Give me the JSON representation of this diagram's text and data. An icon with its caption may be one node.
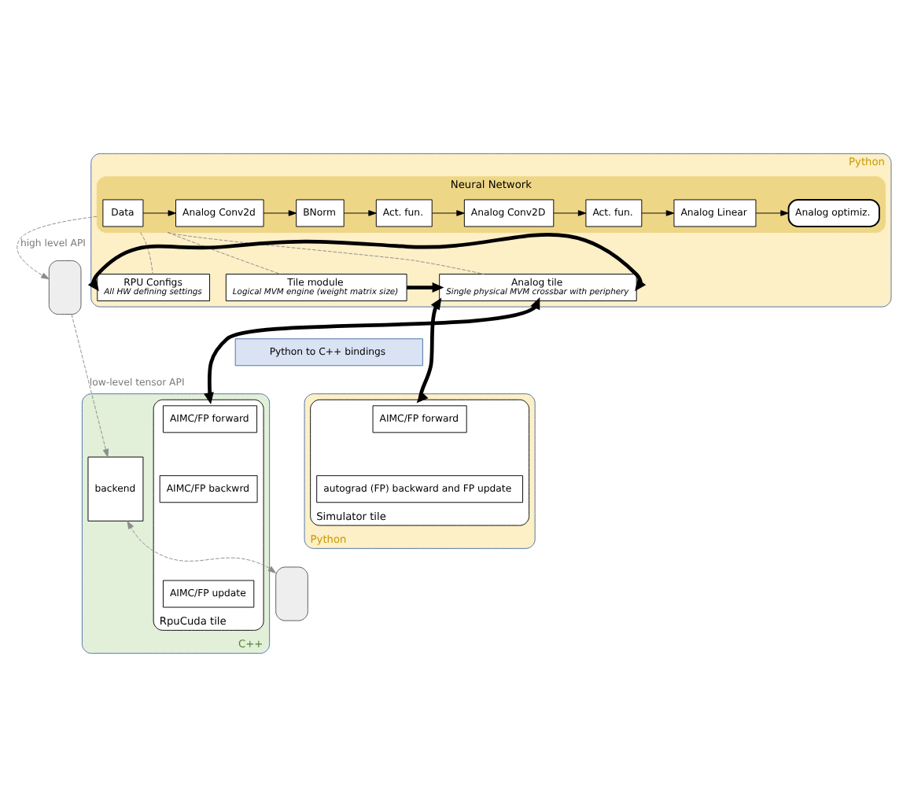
{
  "diagram": {
    "nodes": [
      {
        "text": [
          "Python"
        ]
      },
      {
        "text": [
          "Neural Network"
        ],
        "in": 0
      },
      {
        "text": [
          "Data"
        ],
        "in": 1
      },
      {
        "text": [
          "Analog Conv2d"
        ],
        "in": 1
      },
      {
        "text": [
          "BNorm"
        ],
        "in": 1
      },
      {
        "text": [
          "Act. fun."
        ],
        "in": 1
      },
      {
        "text": [
          "Analog Conv2D"
        ],
        "in": 1
      },
      {
        "text": [
          "Act. fun."
        ],
        "in": 1
      },
      {
        "text": [
          "Analog Linear"
        ],
        "in": 1
      },
      {
        "text": [
          "Analog optimiz."
        ],
        "in": 1
      },
      {
        "text": [
          "Tile module",
          "Logical MVM engine (weight matrix size)"
        ],
        "in": 0
      },
      {
        "text": [
          "Analog tile",
          "Single physical MVM crossbar with periphery"
        ],
        "in": 0
      },
      {
        "text": [
          "RPU Configs",
          "All HW defining settings"
        ],
        "in": 0
      },
      {
        "text": [
          "Python to C++ bindings"
        ]
      },
      {
        "text": [
          "Python"
        ]
      },
      {
        "text": [
          "Simulator tile"
        ],
        "in": 14
      },
      {
        "text": [
          "AIMC/FP forward"
        ],
        "in": 15
      },
      {
        "text": [
          "autograd (FP) backward and FP update"
        ],
        "in": 15
      },
      {
        "text": [
          "C++"
        ]
      },
      {
        "text": [
          "RpuCuda tile"
        ],
        "in": 18
      },
      {
        "text": [
          "AIMC/FP forward"
        ],
        "in": 19
      },
      {
        "text": [
          "AIMC/FP backwrd"
        ],
        "in": 19
      },
      {
        "text": [
          "AIMC/FP update"
        ],
        "in": 19
      },
      {
        "text": [
          "backend"
        ],
        "in": 18
      },
      {
        "text": [],
        "shape": "box"
      },
      {
        "text": [],
        "shape": "box"
      }
    ],
    "edges": [
      {
        "from": 2,
        "to": 3,
        "arrow": "to"
      },
      {
        "from": 3,
        "to": 4,
        "arrow": "to"
      },
      {
        "from": 4,
        "to": 5,
        "arrow": "to"
      },
      {
        "from": 5,
        "to": 6,
        "arrow": "to"
      },
      {
        "from": 6,
        "to": 7,
        "arrow": "to"
      },
      {
        "from": 7,
        "to": 8,
        "arrow": "to"
      },
      {
        "from": 8,
        "to": 9,
        "arrow": "to"
      },
      {
        "from": 1,
        "to": 24,
        "arrow": "to",
        "label": "high level API",
        "style": "dashed",
        "color": "#8c8c8c"
      },
      {
        "from": 1,
        "to": 10,
        "arrow": "none",
        "style": "dashed",
        "color": "#8c8c8c"
      },
      {
        "from": 1,
        "to": 11,
        "arrow": "none",
        "style": "dashed",
        "color": "#8c8c8c"
      },
      {
        "from": 1,
        "to": 12,
        "arrow": "none",
        "style": "dashed",
        "color": "#8c8c8c"
      },
      {
        "from": 10,
        "to": 11,
        "arrow": "to",
        "style": "thick"
      },
      {
        "from": 11,
        "to": 12,
        "arrow": "both",
        "style": "thick"
      },
      {
        "from": 11,
        "to": 15,
        "arrow": "both",
        "style": "thick"
      },
      {
        "from": 11,
        "to": 19,
        "arrow": "both",
        "style": "thick"
      },
      {
        "from": 24,
        "to": 23,
        "arrow": "to",
        "label": "low-level tensor API",
        "style": "dashed",
        "color": "#8c8c8c"
      },
      {
        "from": 25,
        "to": 23,
        "arrow": "both",
        "style": "dashed",
        "color": "#8c8c8c"
      }
    ]
  }
}
